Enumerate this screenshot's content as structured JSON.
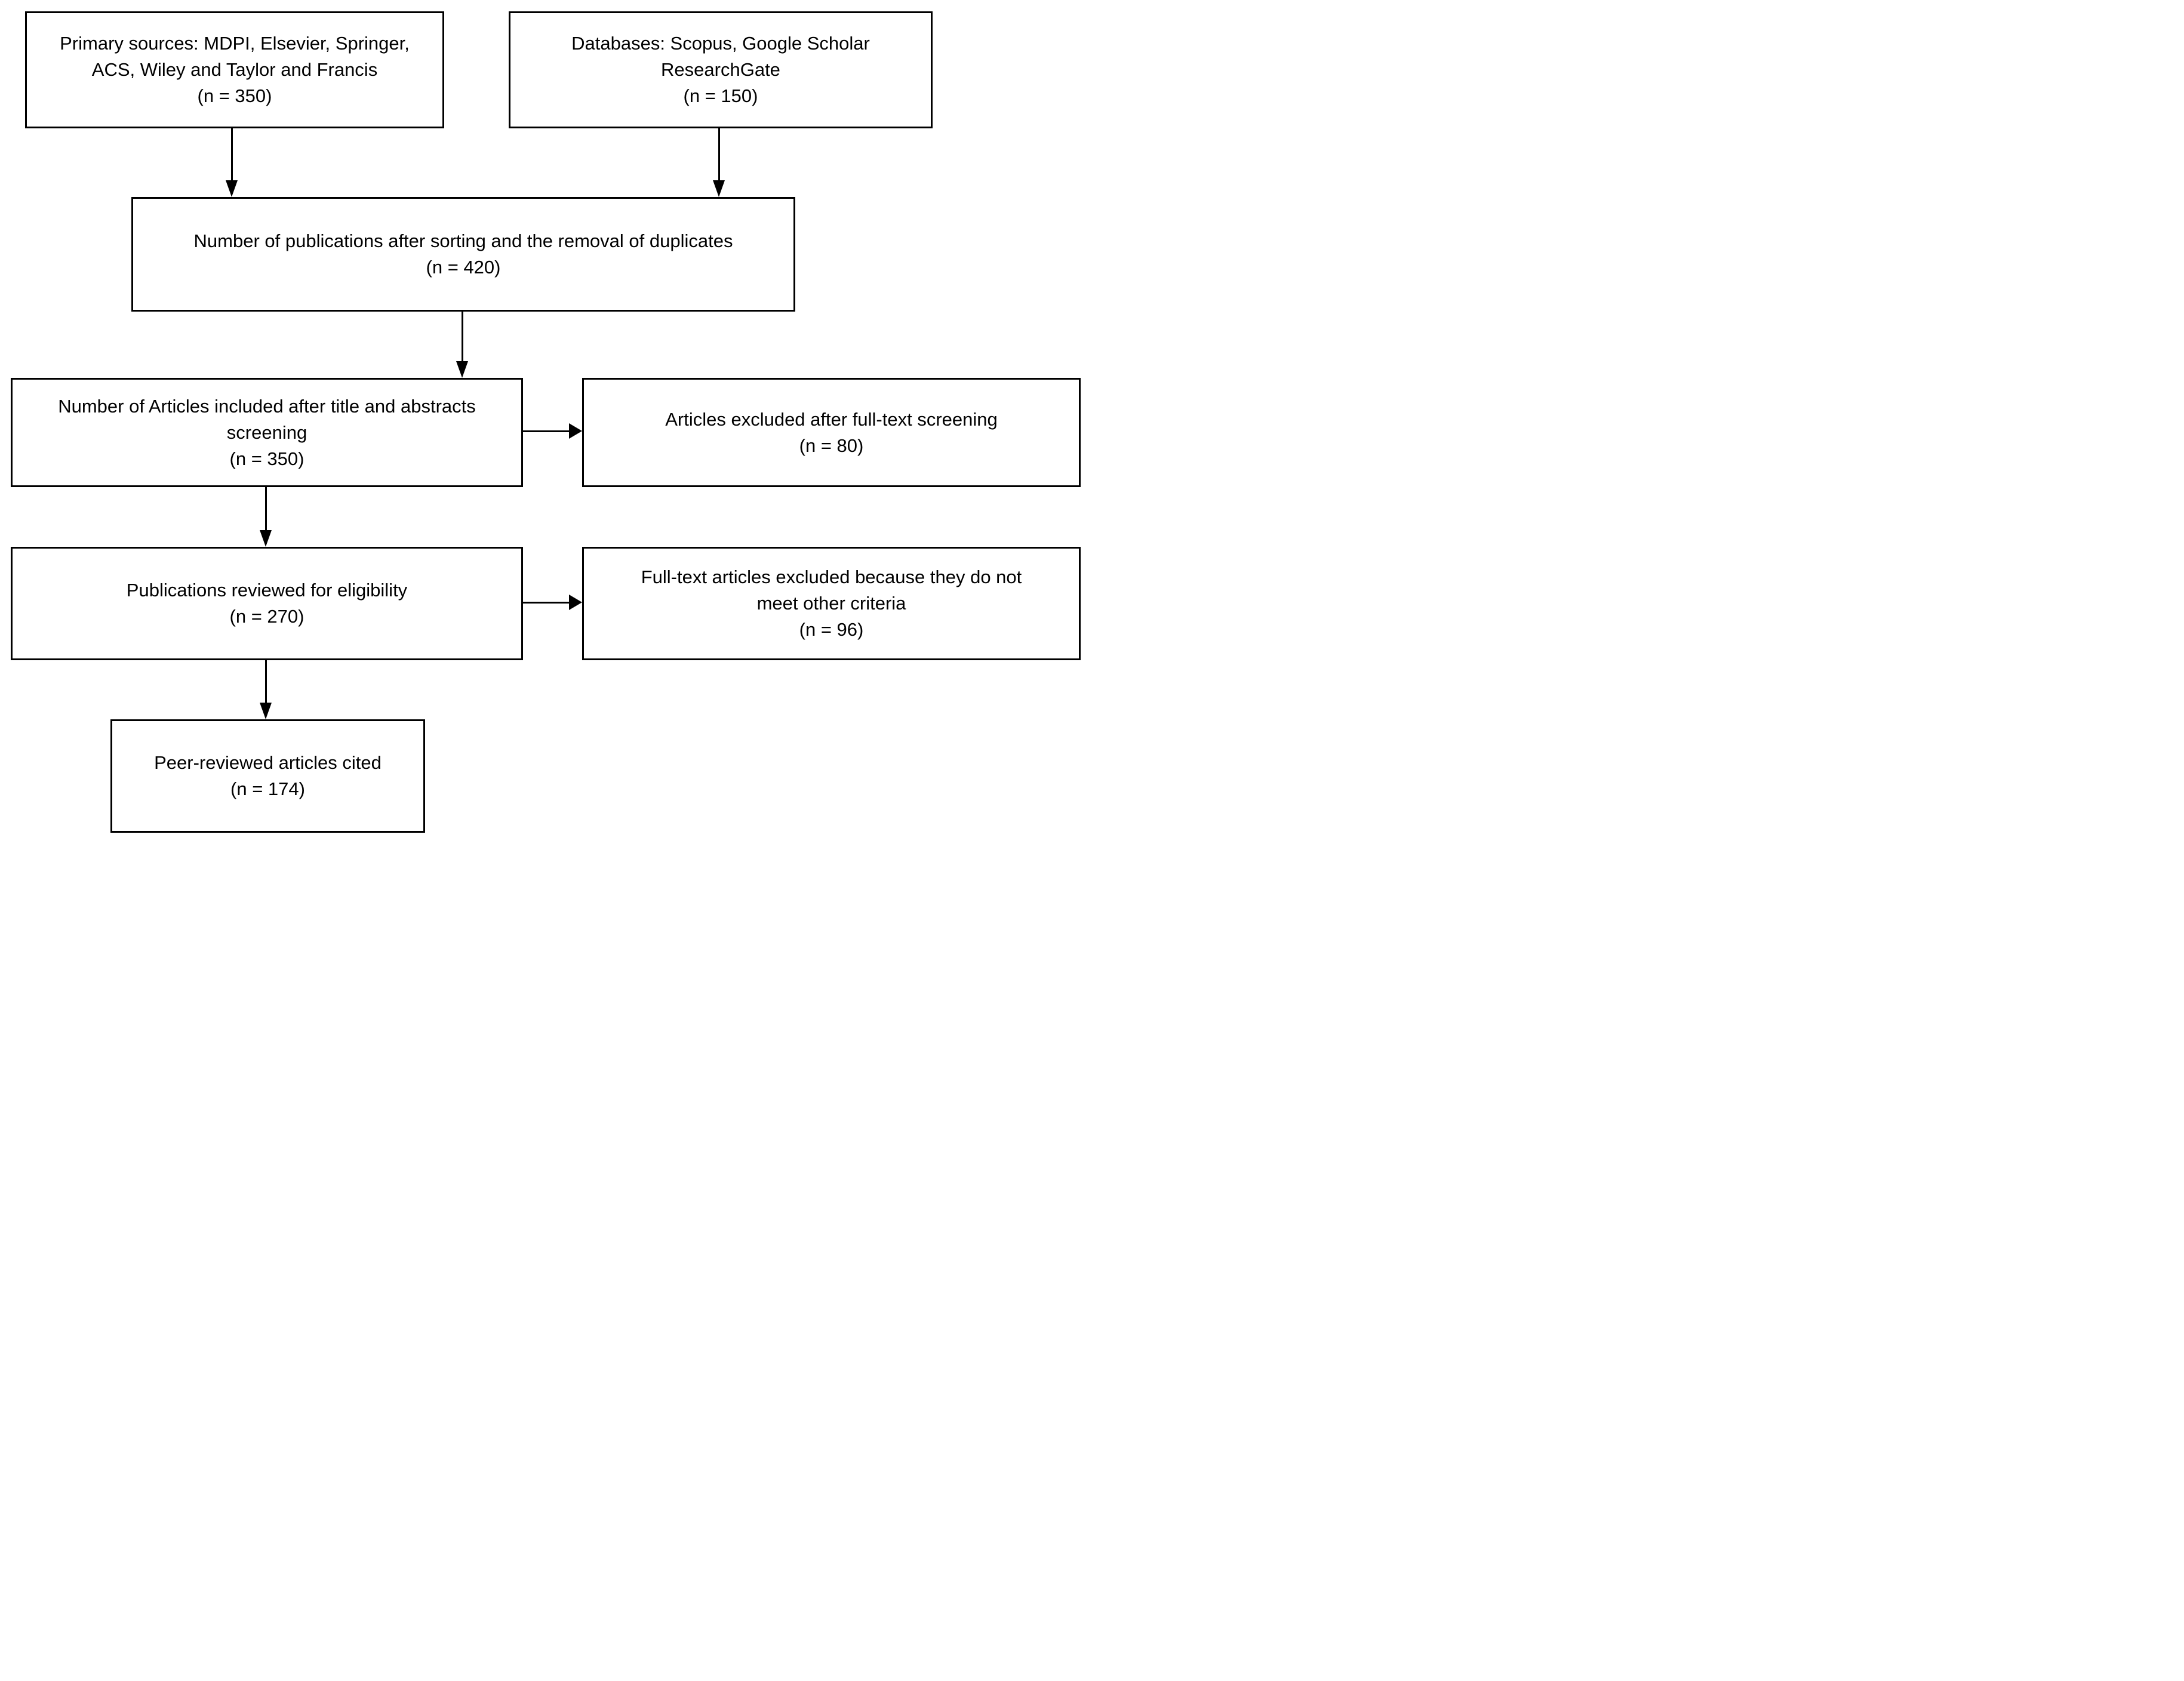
{
  "flowchart": {
    "type": "prisma-flow-diagram",
    "colors": {
      "box_border": "#000000",
      "box_background": "#ffffff",
      "text": "#000000",
      "arrow": "#000000"
    },
    "boxes": [
      {
        "name": "primary-sources",
        "lines": [
          "Primary sources: MDPI, Elsevier, Springer,",
          "ACS, Wiley and Taylor and Francis",
          "(n = 350)"
        ],
        "n": 350
      },
      {
        "name": "databases",
        "lines": [
          "Databases: Scopus, Google Scholar",
          "ResearchGate",
          "(n = 150)"
        ],
        "n": 150
      },
      {
        "name": "after-deduplication",
        "lines": [
          "Number of publications after sorting and the removal of duplicates",
          "(n = 420)"
        ],
        "n": 420
      },
      {
        "name": "title-abstract-screening",
        "lines": [
          "Number of Articles included after title and abstracts",
          "screening",
          "(n = 350)"
        ],
        "n": 350
      },
      {
        "name": "excluded-full-text",
        "lines": [
          "Articles excluded after full-text screening",
          "(n = 80)"
        ],
        "n": 80
      },
      {
        "name": "reviewed-eligibility",
        "lines": [
          "Publications reviewed for eligibility",
          "(n = 270)"
        ],
        "n": 270
      },
      {
        "name": "excluded-other-criteria",
        "lines": [
          "Full-text articles excluded because they do not",
          "meet other criteria",
          "(n = 96)"
        ],
        "n": 96
      },
      {
        "name": "peer-reviewed-cited",
        "lines": [
          "Peer-reviewed articles cited",
          "(n = 174)"
        ],
        "n": 174
      }
    ],
    "arrows": [
      {
        "from": "primary-sources",
        "to": "after-deduplication",
        "direction": "down"
      },
      {
        "from": "databases",
        "to": "after-deduplication",
        "direction": "down"
      },
      {
        "from": "after-deduplication",
        "to": "title-abstract-screening",
        "direction": "down"
      },
      {
        "from": "title-abstract-screening",
        "to": "excluded-full-text",
        "direction": "right"
      },
      {
        "from": "title-abstract-screening",
        "to": "reviewed-eligibility",
        "direction": "down"
      },
      {
        "from": "reviewed-eligibility",
        "to": "excluded-other-criteria",
        "direction": "right"
      },
      {
        "from": "reviewed-eligibility",
        "to": "peer-reviewed-cited",
        "direction": "down"
      }
    ]
  }
}
